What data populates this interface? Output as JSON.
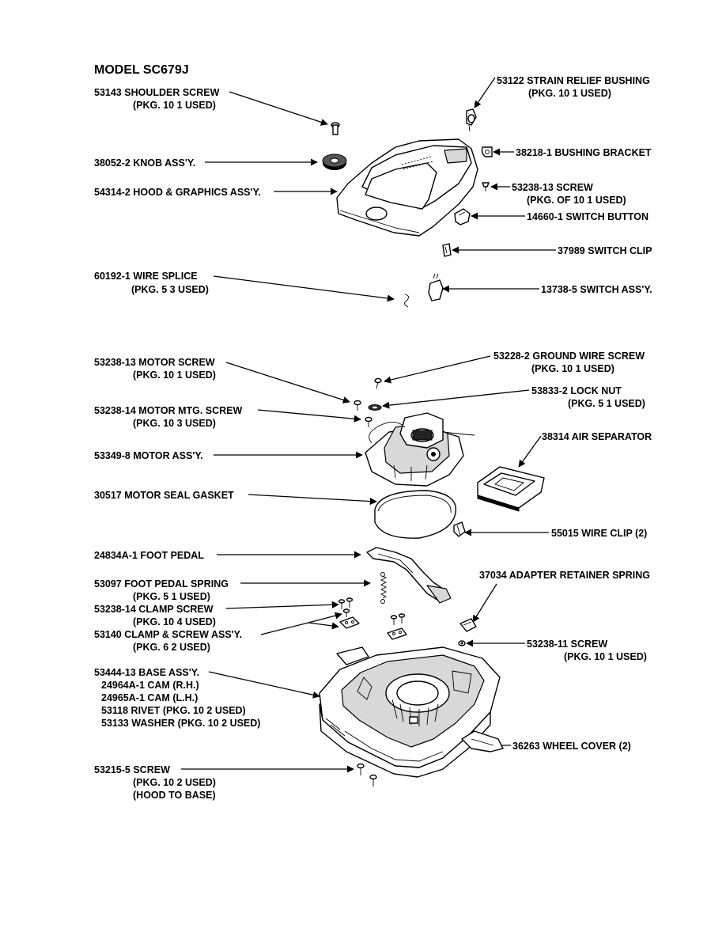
{
  "title": "MODEL SC679J",
  "labels": {
    "shoulder_screw": [
      "53143 SHOULDER SCREW",
      "(PKG. 10    1 USED)"
    ],
    "strain_relief": [
      "53122 STRAIN RELIEF BUSHING",
      "(PKG. 10    1 USED)"
    ],
    "knob": [
      "38052-2 KNOB ASS'Y."
    ],
    "bushing_bracket": [
      "38218-1 BUSHING BRACKET"
    ],
    "hood": [
      "54314-2 HOOD & GRAPHICS ASS'Y."
    ],
    "screw_13": [
      "53238-13 SCREW",
      "(PKG. OF 10    1 USED)"
    ],
    "switch_button": [
      "14660-1 SWITCH BUTTON"
    ],
    "switch_clip": [
      "37989 SWITCH CLIP"
    ],
    "wire_splice": [
      "60192-1  WIRE SPLICE",
      "(PKG. 5    3 USED)"
    ],
    "switch_assy": [
      "13738-5 SWITCH ASS'Y."
    ],
    "ground_wire": [
      "53228-2 GROUND WIRE SCREW",
      "(PKG. 10    1 USED)"
    ],
    "motor_screw": [
      "53238-13 MOTOR SCREW",
      "(PKG. 10    1 USED)"
    ],
    "lock_nut": [
      "53833-2 LOCK NUT",
      "(PKG. 5    1 USED)"
    ],
    "motor_mtg": [
      "53238-14 MOTOR MTG. SCREW",
      "(PKG. 10    3 USED)"
    ],
    "air_separator": [
      "38314 AIR SEPARATOR"
    ],
    "motor_assy": [
      "53349-8 MOTOR ASS'Y."
    ],
    "gasket": [
      "30517 MOTOR SEAL GASKET"
    ],
    "wire_clip": [
      "55015 WIRE CLIP (2)"
    ],
    "foot_pedal": [
      "24834A-1 FOOT PEDAL"
    ],
    "adapter_spring": [
      "37034 ADAPTER RETAINER SPRING"
    ],
    "pedal_spring": [
      "53097 FOOT PEDAL SPRING",
      "(PKG. 5    1 USED)"
    ],
    "clamp_screw": [
      "53238-14 CLAMP SCREW",
      "(PKG. 10    4 USED)"
    ],
    "clamp_assy": [
      "53140   CLAMP & SCREW ASS'Y.",
      "(PKG. 6    2 USED)"
    ],
    "screw_11": [
      "53238-11 SCREW",
      "(PKG. 10    1 USED)"
    ],
    "base_assy": [
      "53444-13 BASE ASS'Y.",
      "24964A-1 CAM (R.H.)",
      "24965A-1 CAM (L.H.)",
      "53118 RIVET (PKG. 10    2 USED)",
      "53133 WASHER (PKG. 10    2 USED)"
    ],
    "wheel_cover": [
      "36263 WHEEL COVER (2)"
    ],
    "screw_215": [
      "53215-5 SCREW",
      "(PKG. 10    2 USED)",
      "(HOOD TO BASE)"
    ]
  }
}
